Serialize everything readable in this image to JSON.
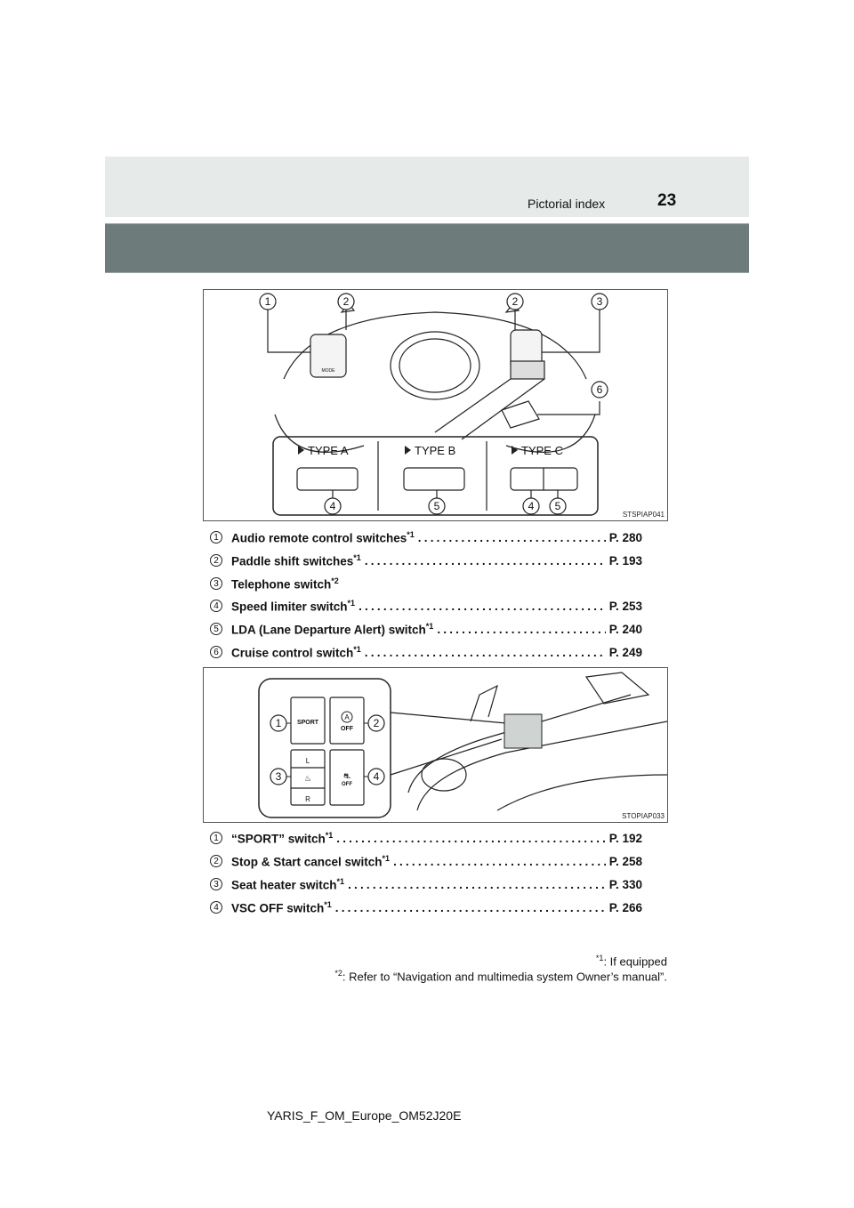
{
  "header": {
    "section_title": "Pictorial index",
    "page_number": "23"
  },
  "figure1": {
    "code": "STSPIAP041",
    "callouts": [
      "1",
      "2",
      "2",
      "3",
      "6"
    ],
    "types": [
      "TYPE A",
      "TYPE B",
      "TYPE C"
    ],
    "type_callouts": [
      "4",
      "5",
      "4",
      "5"
    ],
    "mode_label": "MODE"
  },
  "list1": [
    {
      "num": "1",
      "label": "Audio remote control switches",
      "sup": "*1",
      "page": "P. 280"
    },
    {
      "num": "2",
      "label": "Paddle shift switches",
      "sup": "*1",
      "page": "P. 193"
    },
    {
      "num": "3",
      "label": "Telephone switch",
      "sup": "*2",
      "page": ""
    },
    {
      "num": "4",
      "label": "Speed limiter switch",
      "sup": "*1",
      "page": "P. 253"
    },
    {
      "num": "5",
      "label": "LDA (Lane Departure Alert) switch",
      "sup": "*1",
      "page": "P. 240"
    },
    {
      "num": "6",
      "label": "Cruise control switch",
      "sup": "*1",
      "page": "P. 249"
    }
  ],
  "figure2": {
    "code": "STOPIAP033",
    "callouts": [
      "1",
      "2",
      "3",
      "4"
    ],
    "sport_label": "SPORT",
    "a_label": "A",
    "off_label": "OFF",
    "left_label": "L",
    "right_label": "R"
  },
  "list2": [
    {
      "num": "1",
      "label": "“SPORT” switch",
      "sup": "*1",
      "page": "P. 192"
    },
    {
      "num": "2",
      "label": "Stop & Start cancel switch",
      "sup": "*1",
      "page": "P. 258"
    },
    {
      "num": "3",
      "label": "Seat heater switch",
      "sup": "*1",
      "page": "P. 330"
    },
    {
      "num": "4",
      "label": "VSC OFF switch",
      "sup": "*1",
      "page": "P. 266"
    }
  ],
  "footnotes": [
    {
      "mark": "*1",
      "text": ": If equipped"
    },
    {
      "mark": "*2",
      "text": ": Refer to “Navigation and multimedia system Owner’s manual”."
    }
  ],
  "footer": {
    "doc_id": "YARIS_F_OM_Europe_OM52J20E"
  }
}
